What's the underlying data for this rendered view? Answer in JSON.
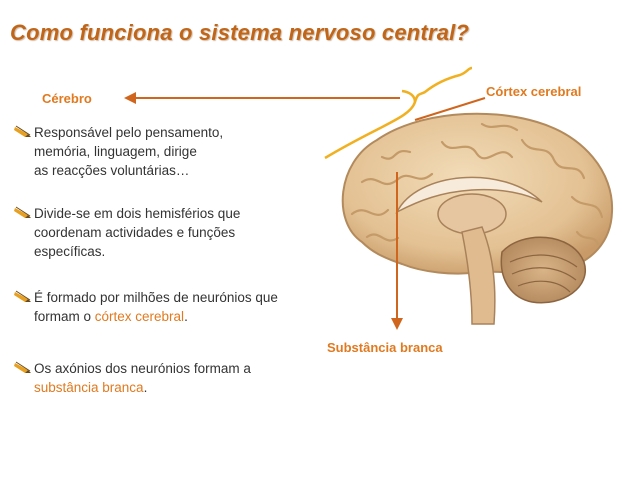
{
  "title": "Como funciona o sistema nervoso central?",
  "labels": {
    "cerebro": "Cérebro",
    "cortex": "Córtex cerebral",
    "substancia": "Substância branca"
  },
  "bullets": [
    {
      "lines": [
        "Responsável pelo pensamento,",
        "memória, linguagem, dirige",
        "as reacções voluntárias…"
      ]
    },
    {
      "lines": [
        "Divide-se em dois hemisférios que",
        "coordenam actividades e funções",
        "específicas."
      ]
    },
    {
      "line1": "É formado por milhões de neurónios que",
      "line2_pre": "formam o ",
      "line2_hl": "córtex cerebral",
      "line2_post": "."
    },
    {
      "line1": "Os axónios dos neurónios formam a",
      "line2_hl": "substância branca",
      "line2_post": "."
    }
  ],
  "colors": {
    "title": "#c0661a",
    "accent": "#e07a20",
    "arrow": "#d0661e",
    "brace": "#f0b020",
    "icon": "#e8a020"
  },
  "icons": [
    "pencil-icon"
  ]
}
